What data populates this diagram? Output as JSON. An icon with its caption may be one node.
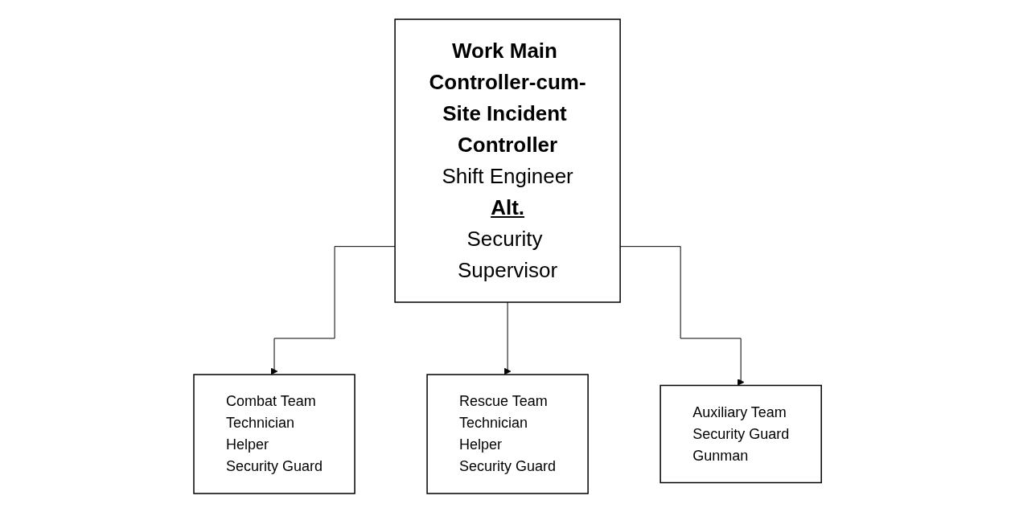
{
  "diagram": {
    "nodes": [
      {
        "text": [
          "Work Main Controller-cum-Site Incident Controller",
          "Shift Engineer",
          "Alt.",
          "Security Supervisor"
        ]
      },
      {
        "text": [
          "Combat Team",
          "Technician",
          "Helper",
          "Security Guard"
        ]
      },
      {
        "text": [
          "Rescue Team",
          "Technician",
          "Helper",
          "Security Guard"
        ]
      },
      {
        "text": [
          "Auxiliary Team",
          "Security Guard",
          "Gunman"
        ]
      }
    ],
    "edges": [
      {
        "from": 0,
        "to": 1,
        "arrow": "to"
      },
      {
        "from": 0,
        "to": 2,
        "arrow": "to"
      },
      {
        "from": 0,
        "to": 3,
        "arrow": "to"
      }
    ]
  }
}
